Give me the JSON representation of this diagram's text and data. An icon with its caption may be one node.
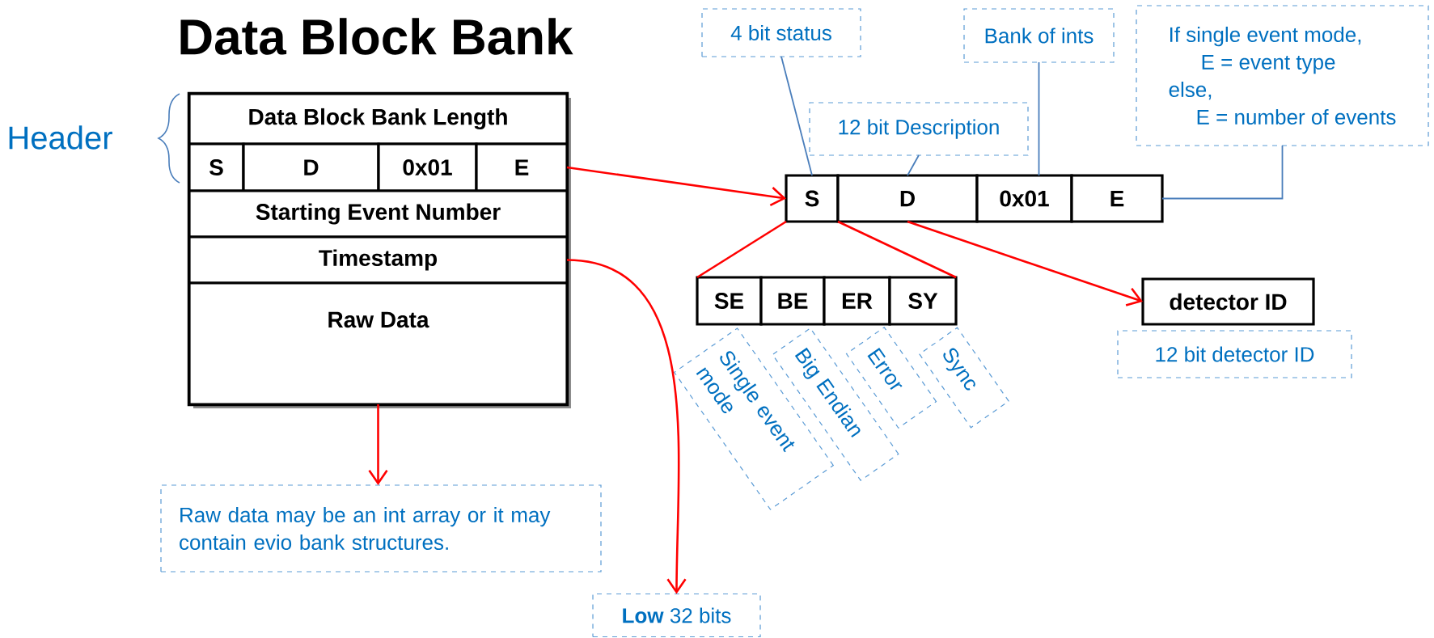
{
  "diagram": {
    "title": "Data Block Bank",
    "nodes": [
      {
        "text": [
          "Header"
        ]
      },
      {
        "text": [],
        "shape": "box"
      },
      {
        "text": [
          "Data Block Bank Length"
        ],
        "in": 1
      },
      {
        "text": [
          "S"
        ],
        "in": 1
      },
      {
        "text": [
          "D"
        ],
        "in": 1
      },
      {
        "text": [
          "0x01"
        ],
        "in": 1
      },
      {
        "text": [
          "E"
        ],
        "in": 1
      },
      {
        "text": [
          "Starting Event Number"
        ],
        "in": 1
      },
      {
        "text": [
          "Timestamp"
        ],
        "in": 1
      },
      {
        "text": [
          "Raw Data"
        ],
        "in": 1
      },
      {
        "text": [
          "S"
        ]
      },
      {
        "text": [
          "D"
        ]
      },
      {
        "text": [
          "0x01"
        ]
      },
      {
        "text": [
          "E"
        ]
      },
      {
        "text": [
          "4 bit status"
        ]
      },
      {
        "text": [
          "12 bit Description"
        ]
      },
      {
        "text": [
          "Bank of ints"
        ]
      },
      {
        "text": [
          "If single event mode,",
          "E = event type",
          "else,",
          "E = number of events"
        ]
      },
      {
        "text": [
          "SE"
        ]
      },
      {
        "text": [
          "BE"
        ]
      },
      {
        "text": [
          "ER"
        ]
      },
      {
        "text": [
          "SY"
        ]
      },
      {
        "text": [
          "Single event mode"
        ]
      },
      {
        "text": [
          "Big Endian"
        ]
      },
      {
        "text": [
          "Error"
        ]
      },
      {
        "text": [
          "Sync"
        ]
      },
      {
        "text": [
          "detector ID"
        ]
      },
      {
        "text": [
          "12 bit detector ID"
        ]
      },
      {
        "text": [
          "Raw data may be an int array or it may contain evio bank structures."
        ]
      },
      {
        "text": [
          "**Low** 32 bits"
        ]
      }
    ],
    "edges": [
      {
        "from": 6,
        "to": 10,
        "arrow": "to"
      },
      {
        "from": 10,
        "to": 18,
        "arrow": "none"
      },
      {
        "from": 10,
        "to": 21,
        "arrow": "none"
      },
      {
        "from": 11,
        "to": 26,
        "arrow": "to"
      },
      {
        "from": 9,
        "to": 28,
        "arrow": "to"
      },
      {
        "from": 8,
        "to": 29,
        "arrow": "to"
      },
      {
        "from": 14,
        "to": 10,
        "arrow": "none",
        "color": "#4a7ebb"
      },
      {
        "from": 15,
        "to": 11,
        "arrow": "none",
        "color": "#4a7ebb"
      },
      {
        "from": 16,
        "to": 12,
        "arrow": "none",
        "color": "#4a7ebb"
      },
      {
        "from": 17,
        "to": 13,
        "arrow": "none",
        "color": "#4a7ebb"
      }
    ]
  }
}
